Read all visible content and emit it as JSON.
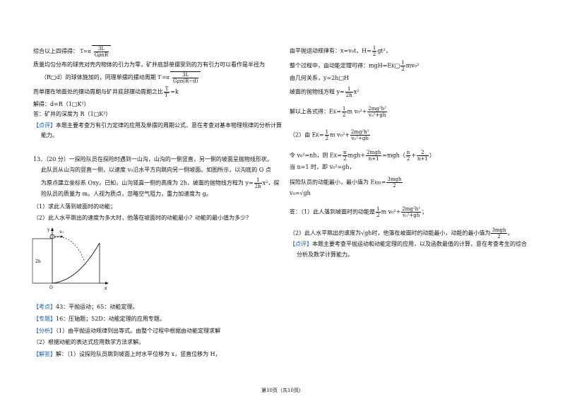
{
  "left": {
    "l1": "综合以上四得得：",
    "l1_formula": "T=π√(3L/(GρπR))",
    "l2": "质量均匀分布的球壳对壳内物体的引力为零，矿井底部单摆受到的万有引力可以看作是半径为",
    "l3": "（R□d）的球体施加的，同理单摆的摆动周期",
    "l3_formula": "T′=π√(3L/(Gρπ(R−d)))",
    "l4": "而单摆在地面处的摆动周期与矿井底部摆动周期之比",
    "l4_tail": "=k",
    "l5": "解得：d=R（1□K²）",
    "l6": "答：矿井的深度为 R（1□K²）",
    "comment_tag": "【点评】",
    "comment": "本题主要考查万有引力定律的应用及单摆的周期公式，意在考查对基本物理规律的分析计算",
    "comment2": "能力。",
    "q13_head": "13．（20 分）一探险队员在探险时遇到一山沟，山沟的一侧竖直，另一侧的坡面呈抛物线形状。",
    "q13_l2": "此队员从山沟的竖直一侧，以速度 v₀沿水平方向跳向另一侧坡面。如图所示，以沟底的 O 点",
    "q13_l3": "为原点建立坐标系 Oxy。已知，山沟竖直一侧的高度为 2h，坡面的抛物线方程为 y=",
    "q13_l3_tail": "x²，探",
    "q13_l4": "险队员的质量为 m。人视为质点，忽略空气阻力，重力加速度为 g。",
    "q13_p1": "（1）求此人落到坡面时的动能；",
    "q13_p2": "（2）此人水平跳出的速度为多大时，他落在坡面时的动能最小？动能的最小值为多少？",
    "kd_tag": "【考点】",
    "kd": "43：平抛运动；65：动能定理。",
    "zt_tag": "【专题】",
    "zt": "16：压轴题；52D：动能定理的应用专题。",
    "fx_tag": "【分析】",
    "fx1": "（1）由平抛运动规律列出等式。由整个过程中根据由动能定理求解",
    "fx2": "（2）根据动能的表达式应用数学方法求解。",
    "jd_tag": "【解答】",
    "jd": "解：（1）设探险队员跳到坡面上时水平位移为 x，竖直位移为 H，"
  },
  "figure": {
    "y_label": "y",
    "v_label": "v₀",
    "h_label": "2h",
    "o_label": "O",
    "x_label": "x"
  },
  "right": {
    "r1": "由平抛运动规律有：x=v₀t，H=",
    "r1_tail": "gt²，",
    "r2": "整个过程中，由动能定理可得：mgH=E",
    "r2_tail": "mv₀²",
    "r3": "由几何关系，y=2h□H",
    "r4": "坡面的抛物线方程 y=",
    "r4_tail": "x²",
    "r5": "解以上各式得：E",
    "r6": "（2）由 E",
    "r7": "令 v₀²=nh，则 E",
    "r7_tail": "=mgh（",
    "r8": "当 n=1 时，即 v₀²=gh，",
    "r9": "探险队员的动能最小，最小值为 E",
    "r10": "v₀=√gh",
    "r11": "答：（1）此人落到坡面时的动能是",
    "r12": "（2）此人水平跳出的速度为√gh时，他落在坡面时的动能最小，动能的最小值为",
    "r13_tag": "【点评】",
    "r13": "本题主要考查平抛运动和动能定理的应用，以及函数最值的计算，意在考查考生的综合",
    "r14": "分析及数学计算能力。"
  },
  "footer": "第10页（共10页）"
}
